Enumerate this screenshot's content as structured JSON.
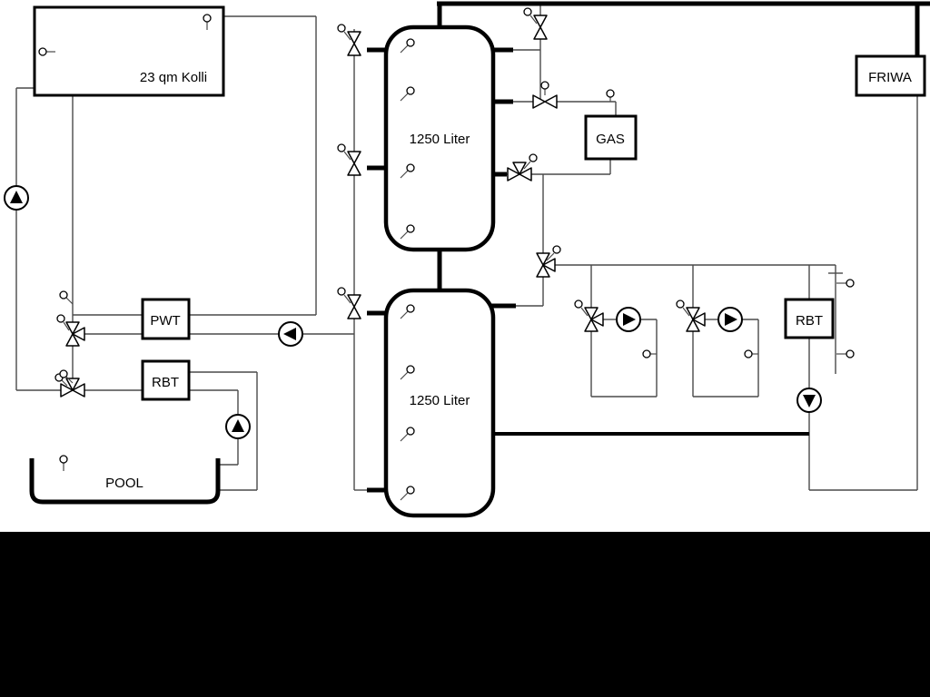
{
  "labels": {
    "collector": "23 qm Kolli",
    "tank_top": "1250 Liter",
    "tank_bottom": "1250 Liter",
    "gas": "GAS",
    "friwa": "FRIWA",
    "pwt": "PWT",
    "rbt_left": "RBT",
    "rbt_right": "RBT",
    "pool": "POOL"
  },
  "icons": {
    "pump-icon": "circle with filled directional triangle",
    "three-way-valve-icon": "bowtie triangles with extra port triangle and actuator circle",
    "shutoff-valve-icon": "bowtie triangles with actuator circle",
    "sensor-icon": "small circle with stem"
  },
  "colors": {
    "pipe": "#4a4a4a",
    "outline": "#000000",
    "fill": "#ffffff",
    "mask": "#000000"
  }
}
